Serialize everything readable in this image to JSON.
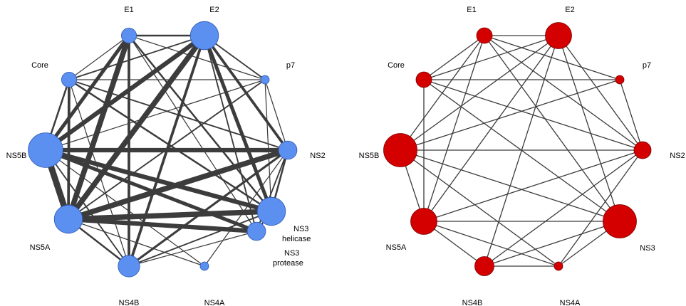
{
  "colors": {
    "edge": "#3c3c3c",
    "left_node_fill": "#5b8ff0",
    "left_node_stroke": "#2a56b0",
    "right_node_fill": "#d40000",
    "right_node_stroke": "#7a0000",
    "background": "#ffffff"
  },
  "left_network": {
    "node_color": "blue",
    "nodes": [
      {
        "id": "E1",
        "label": "E1",
        "size": 2
      },
      {
        "id": "E2",
        "label": "E2",
        "size": 4
      },
      {
        "id": "Core",
        "label": "Core",
        "size": 2
      },
      {
        "id": "p7",
        "label": "p7",
        "size": 1
      },
      {
        "id": "NS5B",
        "label": "NS5B",
        "size": 5
      },
      {
        "id": "NS2",
        "label": "NS2",
        "size": 2.5
      },
      {
        "id": "NS3h",
        "label": "NS3 helicase",
        "size": 4
      },
      {
        "id": "NS3p",
        "label": "NS3 protease",
        "size": 2.5
      },
      {
        "id": "NS5A",
        "label": "NS5A",
        "size": 4
      },
      {
        "id": "NS4B",
        "label": "NS4B",
        "size": 3
      },
      {
        "id": "NS4A",
        "label": "NS4A",
        "size": 1
      }
    ],
    "edges": [
      {
        "a": "E1",
        "b": "NS5A",
        "w": 6
      },
      {
        "a": "E2",
        "b": "NS5A",
        "w": 6
      },
      {
        "a": "E2",
        "b": "NS5B",
        "w": 5
      },
      {
        "a": "NS5B",
        "b": "NS5A",
        "w": 7
      },
      {
        "a": "NS5B",
        "b": "NS2",
        "w": 5
      },
      {
        "a": "NS5B",
        "b": "NS3h",
        "w": 5
      },
      {
        "a": "NS5B",
        "b": "NS3p",
        "w": 4
      },
      {
        "a": "NS5A",
        "b": "NS2",
        "w": 6
      },
      {
        "a": "NS5A",
        "b": "NS3h",
        "w": 6
      },
      {
        "a": "NS5A",
        "b": "NS3p",
        "w": 5
      },
      {
        "a": "E2",
        "b": "NS3h",
        "w": 4
      },
      {
        "a": "E1",
        "b": "NS5B",
        "w": 4
      },
      {
        "a": "E2",
        "b": "NS2",
        "w": 3
      },
      {
        "a": "E1",
        "b": "NS4B",
        "w": 3
      },
      {
        "a": "E2",
        "b": "NS4B",
        "w": 3
      },
      {
        "a": "NS2",
        "b": "NS4B",
        "w": 2.5
      },
      {
        "a": "E1",
        "b": "E2",
        "w": 2
      },
      {
        "a": "E1",
        "b": "NS3h",
        "w": 2
      },
      {
        "a": "Core",
        "b": "NS5A",
        "w": 3
      },
      {
        "a": "Core",
        "b": "NS3h",
        "w": 2
      },
      {
        "a": "Core",
        "b": "NS2",
        "w": 1.5
      },
      {
        "a": "Core",
        "b": "E2",
        "w": 1.5
      },
      {
        "a": "Core",
        "b": "E1",
        "w": 1
      },
      {
        "a": "Core",
        "b": "NS5B",
        "w": 2
      },
      {
        "a": "NS5A",
        "b": "NS4B",
        "w": 2
      },
      {
        "a": "NS5B",
        "b": "NS4B",
        "w": 1.5
      },
      {
        "a": "E2",
        "b": "p7",
        "w": 1.5
      },
      {
        "a": "E1",
        "b": "p7",
        "w": 1
      },
      {
        "a": "p7",
        "b": "NS5A",
        "w": 1.5
      },
      {
        "a": "p7",
        "b": "NS2",
        "w": 1
      },
      {
        "a": "p7",
        "b": "NS3h",
        "w": 1
      },
      {
        "a": "p7",
        "b": "NS5B",
        "w": 1
      },
      {
        "a": "Core",
        "b": "p7",
        "w": 1
      },
      {
        "a": "NS2",
        "b": "NS3h",
        "w": 2
      },
      {
        "a": "NS2",
        "b": "NS3p",
        "w": 1.5
      },
      {
        "a": "NS3h",
        "b": "NS3p",
        "w": 1.5
      },
      {
        "a": "NS3h",
        "b": "NS4B",
        "w": 1.5
      },
      {
        "a": "NS3p",
        "b": "NS4B",
        "w": 1
      },
      {
        "a": "E1",
        "b": "NS3p",
        "w": 1
      },
      {
        "a": "E2",
        "b": "NS3p",
        "w": 1.5
      },
      {
        "a": "Core",
        "b": "NS4B",
        "w": 1
      },
      {
        "a": "NS5B",
        "b": "NS4A",
        "w": 1
      },
      {
        "a": "NS5A",
        "b": "NS4A",
        "w": 1
      },
      {
        "a": "NS4A",
        "b": "NS2",
        "w": 1
      }
    ]
  },
  "right_network": {
    "node_color": "red",
    "nodes": [
      {
        "id": "E1",
        "label": "E1",
        "size": 2
      },
      {
        "id": "E2",
        "label": "E2",
        "size": 3.5
      },
      {
        "id": "Core",
        "label": "Core",
        "size": 2
      },
      {
        "id": "p7",
        "label": "p7",
        "size": 1
      },
      {
        "id": "NS5B",
        "label": "NS5B",
        "size": 4.5
      },
      {
        "id": "NS2",
        "label": "NS2",
        "size": 2.2
      },
      {
        "id": "NS3",
        "label": "NS3",
        "size": 4.5
      },
      {
        "id": "NS5A",
        "label": "NS5A",
        "size": 3.5
      },
      {
        "id": "NS4B",
        "label": "NS4B",
        "size": 2.5
      },
      {
        "id": "NS4A",
        "label": "NS4A",
        "size": 1
      }
    ],
    "edges": [
      {
        "a": "E1",
        "b": "E2",
        "w": 1
      },
      {
        "a": "E1",
        "b": "Core",
        "w": 1
      },
      {
        "a": "E1",
        "b": "p7",
        "w": 1
      },
      {
        "a": "E1",
        "b": "NS5B",
        "w": 1
      },
      {
        "a": "E1",
        "b": "NS2",
        "w": 1
      },
      {
        "a": "E1",
        "b": "NS3",
        "w": 1
      },
      {
        "a": "E1",
        "b": "NS5A",
        "w": 1
      },
      {
        "a": "E2",
        "b": "Core",
        "w": 1
      },
      {
        "a": "E2",
        "b": "NS2",
        "w": 1
      },
      {
        "a": "E2",
        "b": "NS3",
        "w": 1
      },
      {
        "a": "E2",
        "b": "NS5B",
        "w": 1
      },
      {
        "a": "E2",
        "b": "NS5A",
        "w": 1
      },
      {
        "a": "E2",
        "b": "NS4B",
        "w": 1
      },
      {
        "a": "Core",
        "b": "p7",
        "w": 1
      },
      {
        "a": "Core",
        "b": "NS2",
        "w": 1
      },
      {
        "a": "Core",
        "b": "NS3",
        "w": 1
      },
      {
        "a": "Core",
        "b": "NS5A",
        "w": 1
      },
      {
        "a": "p7",
        "b": "NS2",
        "w": 1
      },
      {
        "a": "p7",
        "b": "NS5B",
        "w": 1
      },
      {
        "a": "NS5B",
        "b": "NS2",
        "w": 1
      },
      {
        "a": "NS5B",
        "b": "NS3",
        "w": 1
      },
      {
        "a": "NS5B",
        "b": "NS5A",
        "w": 1
      },
      {
        "a": "NS5B",
        "b": "NS4A",
        "w": 1
      },
      {
        "a": "NS2",
        "b": "NS5A",
        "w": 1
      },
      {
        "a": "NS2",
        "b": "NS4B",
        "w": 1
      },
      {
        "a": "NS2",
        "b": "NS4A",
        "w": 1
      },
      {
        "a": "NS3",
        "b": "NS5A",
        "w": 1
      },
      {
        "a": "NS3",
        "b": "NS4B",
        "w": 1
      },
      {
        "a": "NS3",
        "b": "NS4A",
        "w": 1
      },
      {
        "a": "NS5A",
        "b": "NS4B",
        "w": 1
      },
      {
        "a": "NS5A",
        "b": "NS4A",
        "w": 1
      },
      {
        "a": "NS4B",
        "b": "NS4A",
        "w": 1
      }
    ]
  }
}
